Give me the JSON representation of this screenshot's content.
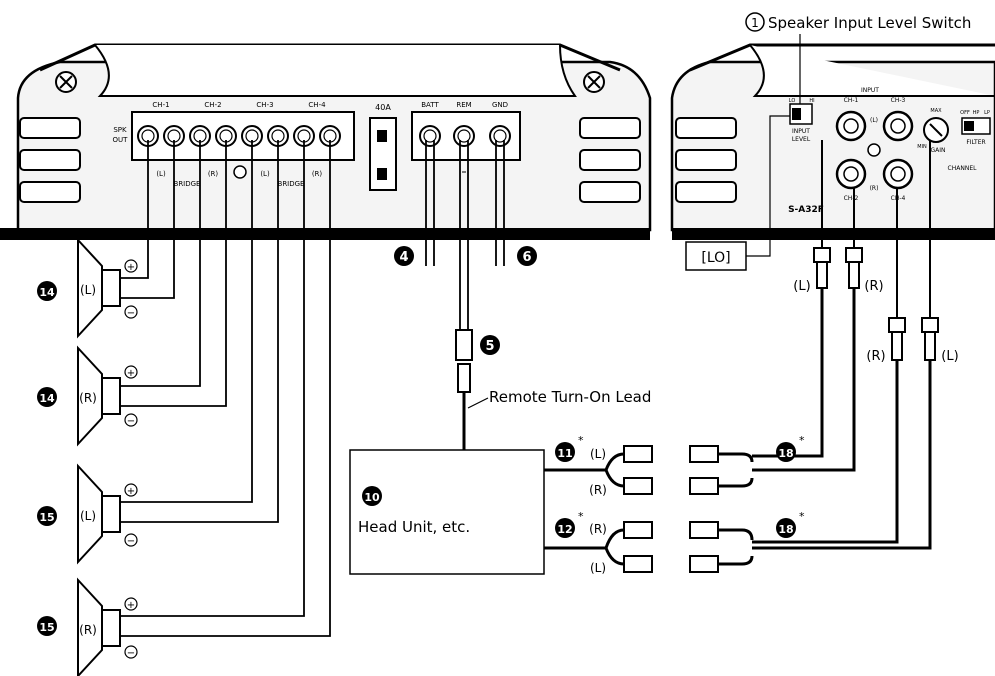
{
  "amp_left": {
    "spk_out": [
      "SPK",
      "OUT"
    ],
    "channels": [
      "CH-1",
      "CH-2",
      "CH-3",
      "CH-4"
    ],
    "side_labels": [
      "(L)",
      "(R)",
      "(L)",
      "(R)"
    ],
    "bridge": [
      "BRIDGE",
      "BRIDGE"
    ],
    "fuse": "40A",
    "power": [
      "BATT",
      "REM",
      "GND"
    ]
  },
  "amp_right": {
    "switch_title": "Speaker Input Level Switch",
    "switch_number": "1",
    "switch_positions": [
      "LO",
      "HI"
    ],
    "input_level": [
      "INPUT",
      "LEVEL"
    ],
    "input": "INPUT",
    "jacks": [
      "CH-1",
      "CH-3",
      "CH-2",
      "CH-4"
    ],
    "jack_sides": [
      "(L)",
      "(R)"
    ],
    "gain": [
      "MIN",
      "MAX",
      "GAIN"
    ],
    "filter": [
      "OFF",
      "HP",
      "LP",
      "FILTER"
    ],
    "channel": "CHANNEL",
    "model": "S-A32F",
    "lo_box": "[LO]"
  },
  "callouts": {
    "n4": "4",
    "n5": "5",
    "n6": "6",
    "n10": "10",
    "n11": "11",
    "n12": "12",
    "n14": "14",
    "n15": "15",
    "n18": "18",
    "asterisk": "*"
  },
  "speakers": [
    {
      "num": "14",
      "side": "(L)",
      "plus": "+",
      "minus": "−"
    },
    {
      "num": "14",
      "side": "(R)",
      "plus": "+",
      "minus": "−"
    },
    {
      "num": "15",
      "side": "(L)",
      "plus": "+",
      "minus": "−"
    },
    {
      "num": "15",
      "side": "(R)",
      "plus": "+",
      "minus": "−"
    }
  ],
  "head_unit": {
    "number": "10",
    "label": "Head Unit, etc."
  },
  "remote_label": "Remote Turn-On Lead",
  "rca_labels": {
    "top_left": "(L)",
    "top_right": "(R)",
    "mid_right": "(R)",
    "mid_left": "(L)",
    "p11_top": "(L)",
    "p11_bottom": "(R)",
    "p12_top": "(R)",
    "p12_bottom": "(L)"
  }
}
